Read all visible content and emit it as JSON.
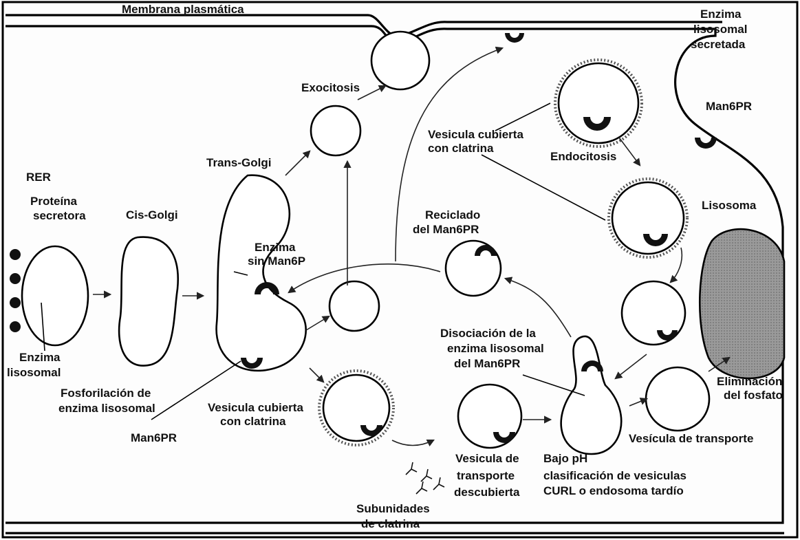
{
  "labels": {
    "membrana": "Membrana plasmática",
    "enzima_sec_1": "Enzima",
    "enzima_sec_2": "lisosomal",
    "enzima_sec_3": "secretada",
    "exocitosis": "Exocitosis",
    "vesicula_endo_1": "Vesicula cubierta",
    "vesicula_endo_2": "con clatrina",
    "man6pr_top": "Man6PR",
    "endocitosis": "Endocitosis",
    "rer": "RER",
    "proteina_1": "Proteína",
    "proteina_2": "secretora",
    "cis_golgi": "Cis-Golgi",
    "trans_golgi": "Trans-Golgi",
    "reciclado_1": "Reciclado",
    "reciclado_2": "del Man6PR",
    "lisosoma": "Lisosoma",
    "enzima_sin_1": "Enzima",
    "enzima_sin_2": "sin Man6P",
    "disociacion_1": "Disociación de la",
    "disociacion_2": "enzima lisosomal",
    "disociacion_3": "del Man6PR",
    "enzima_liso_1": "Enzima",
    "enzima_liso_2": "lisosomal",
    "fosforilacion_1": "Fosforilación de",
    "fosforilacion_2": "enzima lisosomal",
    "vesicula_golgi_1": "Vesicula cubierta",
    "vesicula_golgi_2": "con clatrina",
    "eliminacion_1": "Eliminación",
    "eliminacion_2": "del fosfato",
    "vesicula_transporte": "Vesícula de transporte",
    "man6pr_bottom": "Man6PR",
    "vesicula_desc_1": "Vesicula de",
    "vesicula_desc_2": "transporte",
    "vesicula_desc_3": "descubierta",
    "bajo_1": "Bajo pH",
    "bajo_2": "clasificación de vesiculas",
    "bajo_3": "CURL o endosoma tardío",
    "subunidades_1": "Subunidades",
    "subunidades_2": "de clatrina"
  }
}
